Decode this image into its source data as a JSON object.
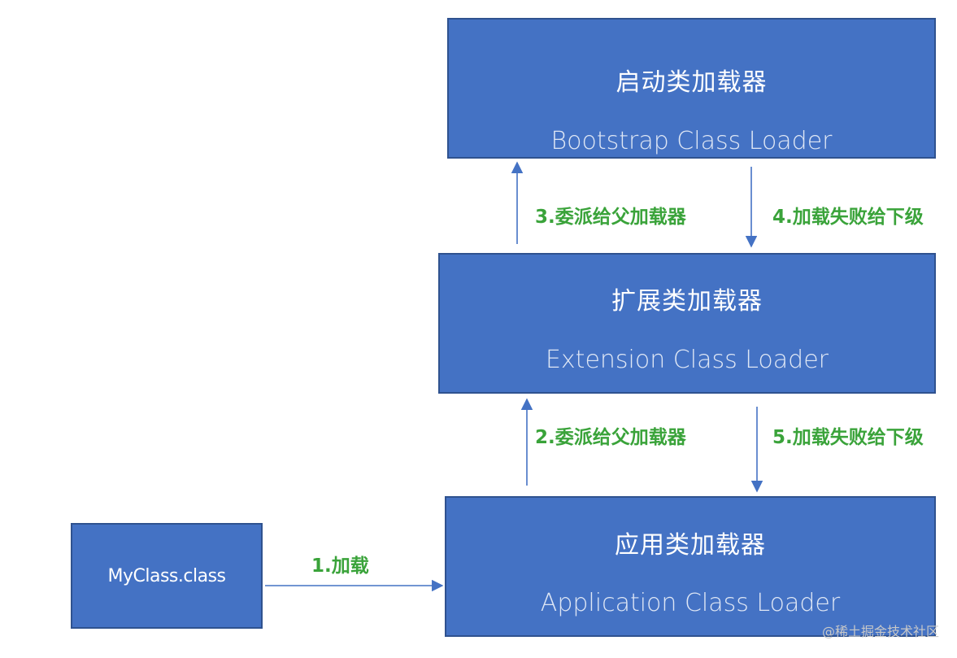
{
  "boxes": {
    "bootstrap": {
      "cn": "启动类加载器",
      "en": "Bootstrap Class Loader"
    },
    "extension": {
      "cn": "扩展类加载器",
      "en": "Extension Class Loader"
    },
    "application": {
      "cn": "应用类加载器",
      "en": "Application Class Loader"
    },
    "myclass": {
      "label": "MyClass.class"
    }
  },
  "steps": {
    "step1": "1.加载",
    "step2": "2.委派给父加载器",
    "step3": "3.委派给父加载器",
    "step4": "4.加载失败给下级",
    "step5": "5.加载失败给下级"
  },
  "watermark": "@稀土掘金技术社区",
  "colors": {
    "box_fill": "#4472c4",
    "box_border": "#2f528f",
    "arrow": "#4472c4",
    "step_text": "#3aa33a"
  }
}
